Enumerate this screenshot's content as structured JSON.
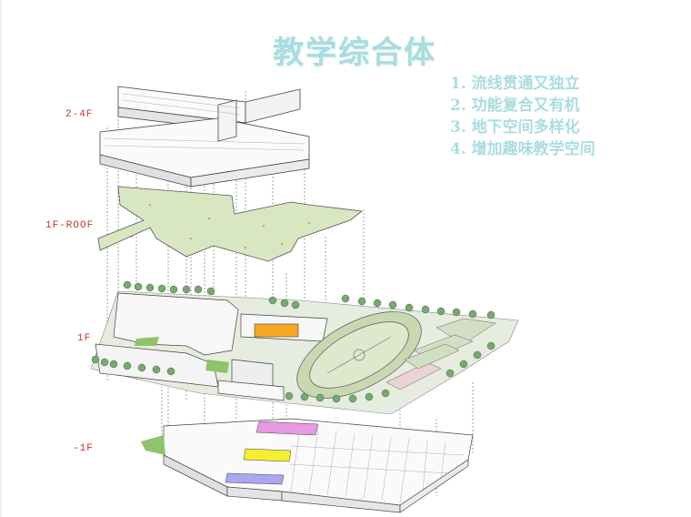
{
  "title": "教学综合体",
  "points": [
    "1. 流线贯通又独立",
    "2. 功能复合又有机",
    "3. 地下空间多样化",
    "4. 增加趣味教学空间"
  ],
  "floors": {
    "upper": "2-4F",
    "roof": "1F-ROOF",
    "ground": "1F",
    "basement": "-1F"
  },
  "colors": {
    "accent_text": "#a9dde0",
    "floor_label": "#c0392b",
    "green_roof": "#d8e6c2",
    "site": "#e6ece0",
    "track": "#c8d8b0",
    "orange": "#f5a623",
    "magenta": "#e899e3",
    "yellow": "#f3ef2e",
    "blue": "#a9a7f0"
  }
}
